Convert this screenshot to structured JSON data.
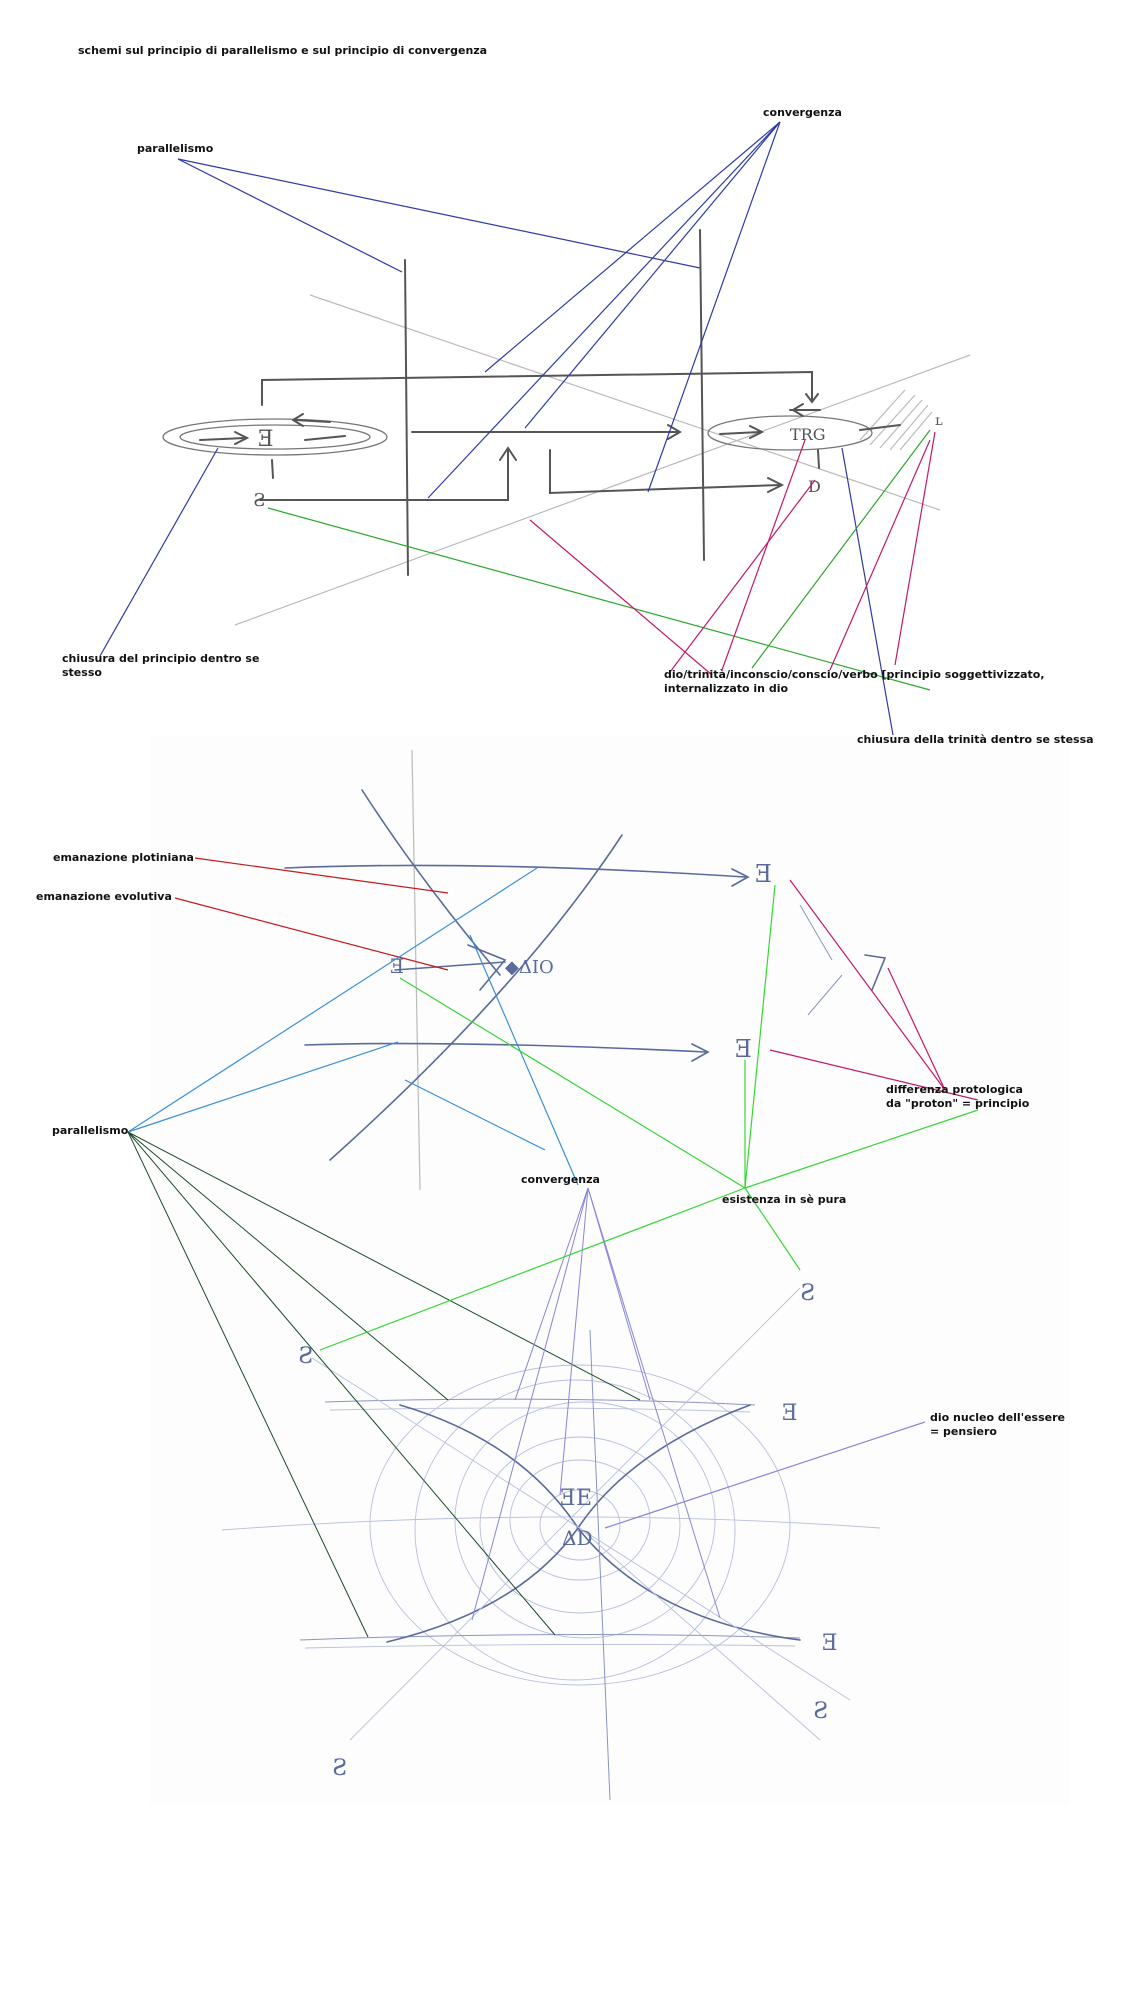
{
  "title": "schemi sul principio di parallelismo e sul principio di convergenza",
  "top_diagram": {
    "parallelismo": "parallelismo",
    "convergenza": "convergenza",
    "chiusura_principio": "chiusura del principio dentro  se\nstesso",
    "dio_trinita": "dio/trinità/inconscio/conscio/verbo [principio soggettivizzato,\ninternalizzato in dio",
    "chiusura_trinita": "chiusura della trinità dentro se stessa"
  },
  "bottom_diagram": {
    "emanazione_plotiniana": "emanazione plotiniana",
    "emanazione_evolutiva": "emanazione evolutiva",
    "parallelismo": "parallelismo",
    "convergenza": "convergenza",
    "esistenza": "esistenza in sè pura",
    "differenza": "differenza protologica\nda \"proton\" = principio",
    "dio_nucleo": "dio nucleo dell'essere\n= pensiero"
  },
  "colors": {
    "blue_line": "#2f3aa6",
    "light_blue_line": "#3a8fd6",
    "green_line": "#2aa82a",
    "bright_green_line": "#36d636",
    "magenta_line": "#c2186b",
    "red_line": "#c21b1b",
    "dark_green_line": "#1c4a2a",
    "lavender_line": "#8a85d8",
    "sketch_ink": "#5a6a9c",
    "pencil": "#555555"
  }
}
